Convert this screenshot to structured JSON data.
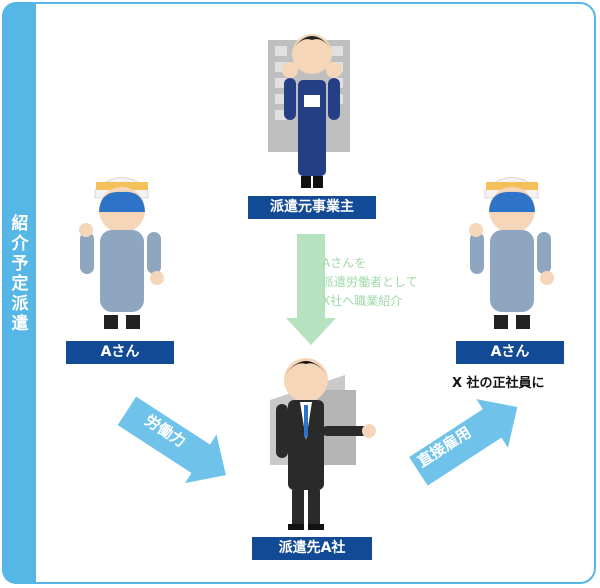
{
  "sidebar": {
    "title": "紹介予定派遣"
  },
  "nodes": {
    "dispatch_origin": "派遣元事業主",
    "worker_left": "Aさん",
    "worker_right": "Aさん",
    "dispatch_dest": "派遣先A社"
  },
  "arrows": {
    "center_note": [
      "Aさんを",
      "派遣労働者として",
      "X社へ職業紹介"
    ],
    "labor_label": "労働力",
    "hire_label": "直接雇用"
  },
  "captions": {
    "right_status": "X 社の正社員に"
  },
  "colors": {
    "accent": "#56b7e6",
    "label_bg": "#134a96",
    "note_green": "#b7e2bf",
    "arrow_blue": "#6fc3ea"
  }
}
